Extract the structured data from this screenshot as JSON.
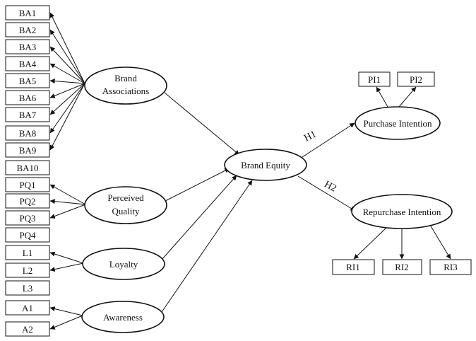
{
  "indicators_left": [
    "BA1",
    "BA2",
    "BA3",
    "BA4",
    "BA5",
    "BA6",
    "BA7",
    "BA8",
    "BA9",
    "BA10",
    "PQ1",
    "PQ2",
    "PQ3",
    "PQ4",
    "L1",
    "L2",
    "L3",
    "A1",
    "A2"
  ],
  "constructs": {
    "brand_associations": [
      "Brand",
      "Associations"
    ],
    "perceived_quality": [
      "Perceived",
      "Quality"
    ],
    "loyalty": "Loyalty",
    "awareness": "Awareness",
    "brand_equity": "Brand Equity",
    "purchase_intention": "Purchase Intention",
    "repurchase_intention": "Repurchase Intention"
  },
  "indicators_purchase": [
    "PI1",
    "PI2"
  ],
  "indicators_repurchase": [
    "RI1",
    "RI2",
    "RI3"
  ],
  "hypotheses": {
    "h1": "H1",
    "h2": "H2"
  }
}
